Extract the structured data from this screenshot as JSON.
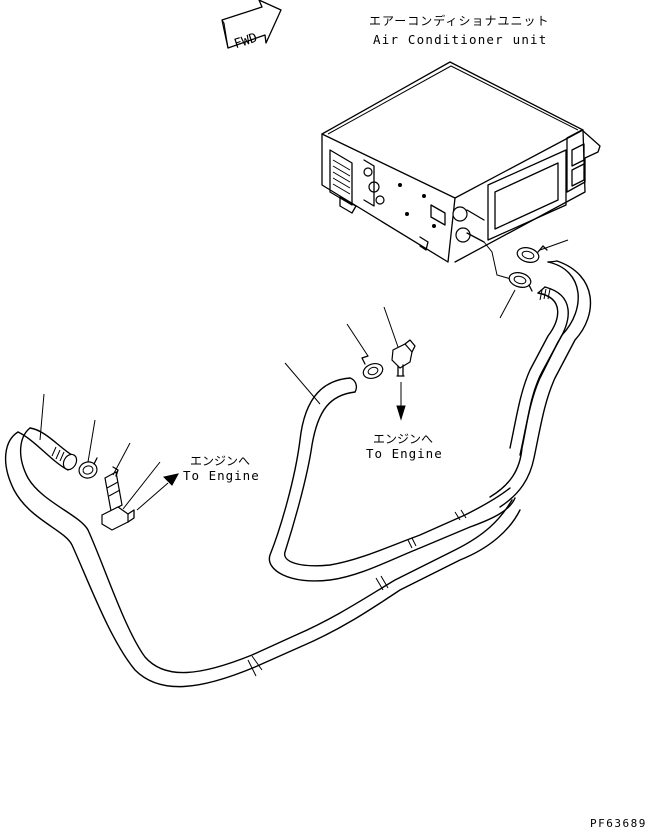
{
  "fwd_label": "FWD",
  "unit_label_jp": "エアーコンディショナユニット",
  "unit_label_en": "Air Conditioner unit",
  "engine_label_jp": "エンジンへ",
  "engine_label_en": "To Engine",
  "drawing_number": "PF63689"
}
